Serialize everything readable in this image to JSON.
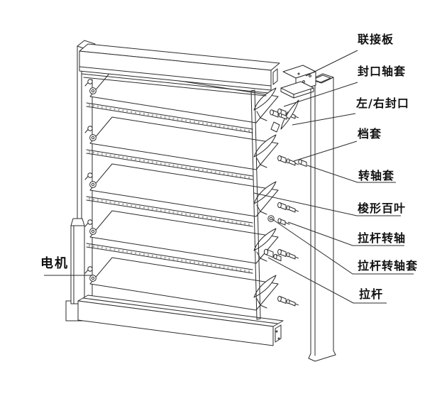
{
  "figure": {
    "type": "exploded-assembly-diagram",
    "background": "#ffffff",
    "line_color": "#2b2b2b",
    "hatch_color": "#a8a8a8",
    "text_color": "#111111"
  },
  "labels": {
    "left": [
      {
        "id": "motor",
        "text": "电机"
      }
    ],
    "right": [
      {
        "id": "connection-plate",
        "text": "联接板"
      },
      {
        "id": "seal-shaft-sleeve",
        "text": "封口轴套"
      },
      {
        "id": "left-right-seal",
        "text": "左/右封口"
      },
      {
        "id": "stop-sleeve",
        "text": "档套"
      },
      {
        "id": "shaft-sleeve",
        "text": "转轴套"
      },
      {
        "id": "spindle-louver",
        "text": "梭形百叶"
      },
      {
        "id": "tie-rod-shaft",
        "text": "拉杆转轴"
      },
      {
        "id": "tie-rod-shaft-sleeve",
        "text": "拉杆转轴套"
      },
      {
        "id": "tie-rod",
        "text": "拉杆"
      }
    ]
  }
}
